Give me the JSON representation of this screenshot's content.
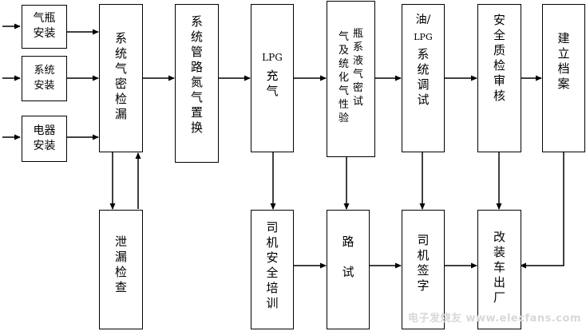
{
  "boxes": {
    "gas_bottle_install": "气瓶\n安装",
    "system_install": "系统\n安装",
    "electrical_install": "电器\n安装",
    "system_leak_check": "系\n统\n气\n密\n检\n漏",
    "pipeline_nitrogen_purge": "系\n统\n管\n路\n氮\n气\n置\n换",
    "lpg_filling": {
      "line1": "LPG",
      "line2": "充\n气"
    },
    "bottle_system_test": {
      "col1": "气\n及\n统\n化\n气\n性\n验",
      "col2": "瓶\n系\n液\n气\n密\n试"
    },
    "oil_lpg_debug": {
      "line1": "油/",
      "line2": "LPG",
      "line3": "系\n统\n调\n试"
    },
    "safety_inspection": "安\n全\n质\n检\n审\n核",
    "archive": "建\n立\n档\n案",
    "leak_inspection": "泄\n漏\n检\n查",
    "driver_safety_training": "司\n机\n安\n全\n培\n训",
    "road_test": "路\n\n试",
    "driver_sign": "司\n机\n签\n字",
    "vehicle_release": "改\n装\n车\n出\n厂"
  },
  "watermark": "电子发烧友 www.elecfans.com"
}
